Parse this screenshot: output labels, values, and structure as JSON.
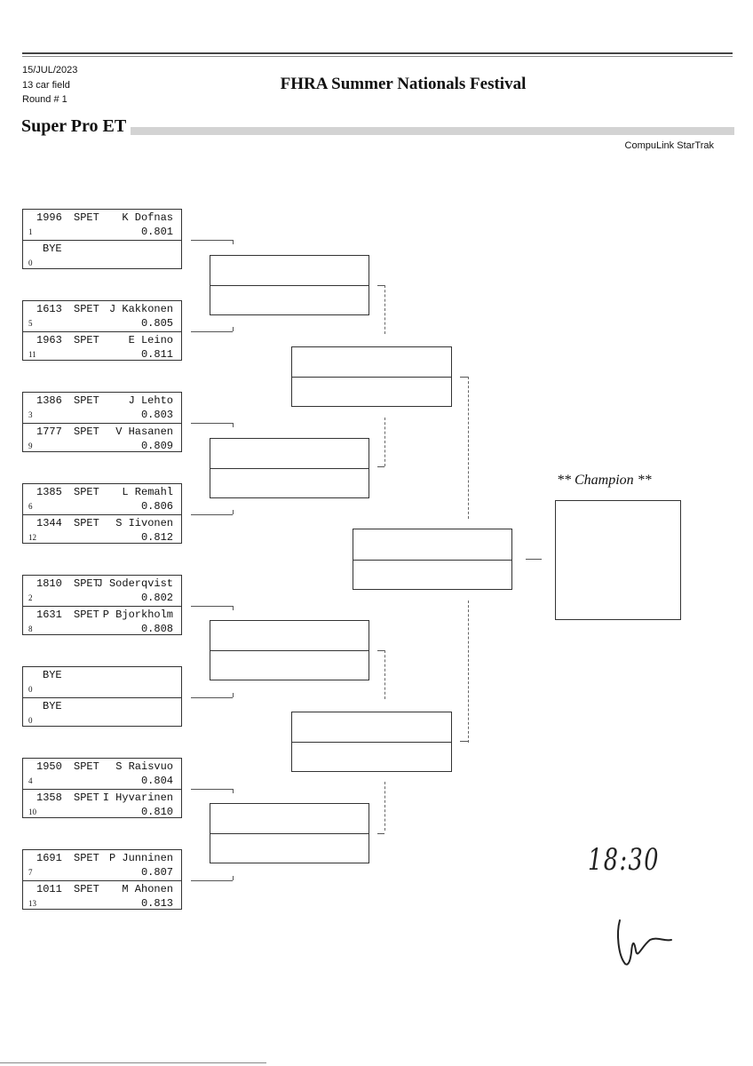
{
  "header": {
    "date": "15/JUL/2023",
    "field": "13 car field",
    "round": "Round # 1",
    "event_title": "FHRA Summer Nationals Festival",
    "class_name": "Super Pro ET",
    "brand": "CompuLink StarTrak"
  },
  "round1": [
    [
      {
        "number": "1996",
        "class": "SPET",
        "name": "K Dofnas",
        "seed": "1",
        "et": "0.801"
      },
      {
        "bye": "BYE",
        "seed": "0"
      }
    ],
    [
      {
        "number": "1613",
        "class": "SPET",
        "name": "J Kakkonen",
        "seed": "5",
        "et": "0.805"
      },
      {
        "number": "1963",
        "class": "SPET",
        "name": "E Leino",
        "seed": "11",
        "et": "0.811"
      }
    ],
    [
      {
        "number": "1386",
        "class": "SPET",
        "name": "J Lehto",
        "seed": "3",
        "et": "0.803"
      },
      {
        "number": "1777",
        "class": "SPET",
        "name": "V Hasanen",
        "seed": "9",
        "et": "0.809"
      }
    ],
    [
      {
        "number": "1385",
        "class": "SPET",
        "name": "L Remahl",
        "seed": "6",
        "et": "0.806"
      },
      {
        "number": "1344",
        "class": "SPET",
        "name": "S Iivonen",
        "seed": "12",
        "et": "0.812"
      }
    ],
    [
      {
        "number": "1810",
        "class": "SPET",
        "name": "J Soderqvist",
        "seed": "2",
        "et": "0.802"
      },
      {
        "number": "1631",
        "class": "SPET",
        "name": "P Bjorkholm",
        "seed": "8",
        "et": "0.808"
      }
    ],
    [
      {
        "bye": "BYE",
        "seed": "0"
      },
      {
        "bye": "BYE",
        "seed": "0"
      }
    ],
    [
      {
        "number": "1950",
        "class": "SPET",
        "name": "S Raisvuo",
        "seed": "4",
        "et": "0.804"
      },
      {
        "number": "1358",
        "class": "SPET",
        "name": "I Hyvarinen",
        "seed": "10",
        "et": "0.810"
      }
    ],
    [
      {
        "number": "1691",
        "class": "SPET",
        "name": "P Junninen",
        "seed": "7",
        "et": "0.807"
      },
      {
        "number": "1011",
        "class": "SPET",
        "name": "M Ahonen",
        "seed": "13",
        "et": "0.813"
      }
    ]
  ],
  "champion_label": "** Champion **",
  "handwritten_time": "18:30"
}
